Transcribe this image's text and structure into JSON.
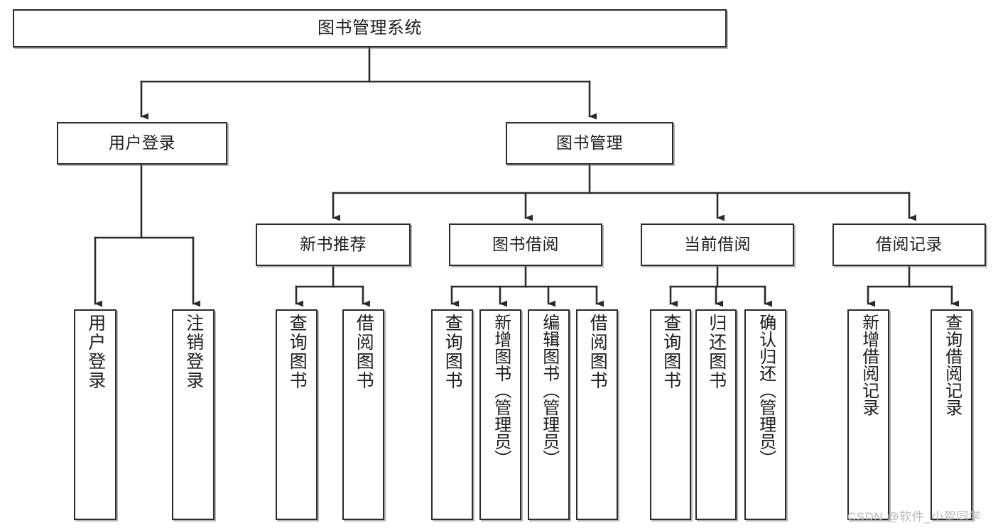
{
  "diagram": {
    "title": "图书管理系统",
    "type": "tree-hierarchy-chart",
    "colors": {
      "box_border": "#2b2b2b",
      "box_fill": "#ffffff",
      "edge": "#2b2b2b",
      "canvas": "#ffffff",
      "watermark": "#b9b9b9"
    },
    "watermark": "CSDN @软件_小贺同学",
    "nodes": {
      "root": {
        "label": "图书管理系统"
      },
      "level2": [
        {
          "id": "user-login",
          "label": "用户登录"
        },
        {
          "id": "book-manage",
          "label": "图书管理"
        }
      ],
      "level3": [
        {
          "id": "new-book-recommend",
          "label": "新书推荐"
        },
        {
          "id": "book-borrow",
          "label": "图书借阅"
        },
        {
          "id": "current-borrow",
          "label": "当前借阅"
        },
        {
          "id": "borrow-record",
          "label": "借阅记录"
        }
      ],
      "leaves": {
        "user_login": [
          {
            "id": "leaf-user-login",
            "label": "用户登录"
          },
          {
            "id": "leaf-logout-login",
            "label": "注销登录"
          }
        ],
        "new_book_recommend": [
          {
            "id": "leaf-query-book-1",
            "label": "查询图书"
          },
          {
            "id": "leaf-borrow-book-1",
            "label": "借阅图书"
          }
        ],
        "book_borrow": [
          {
            "id": "leaf-query-book-2",
            "label": "查询图书"
          },
          {
            "id": "leaf-add-book",
            "label": "新增图书（管理员）"
          },
          {
            "id": "leaf-edit-book",
            "label": "编辑图书（管理员）"
          },
          {
            "id": "leaf-borrow-book-2",
            "label": "借阅图书"
          }
        ],
        "current_borrow": [
          {
            "id": "leaf-query-book-3",
            "label": "查询图书"
          },
          {
            "id": "leaf-return-book",
            "label": "归还图书"
          },
          {
            "id": "leaf-confirm-return",
            "label": "确认归还（管理员）"
          }
        ],
        "borrow_record": [
          {
            "id": "leaf-add-borrow-record",
            "label": "新增借阅记录"
          },
          {
            "id": "leaf-query-borrow-record",
            "label": "查询借阅记录"
          }
        ]
      }
    }
  }
}
